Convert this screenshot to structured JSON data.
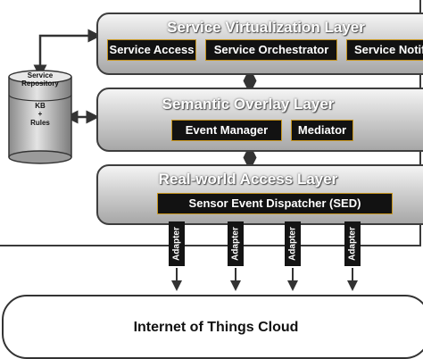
{
  "layers": {
    "service_virtualization": {
      "title": "Service Virtualization Layer",
      "components": [
        "Service Access",
        "Service Orchestrator",
        "Service Notif"
      ]
    },
    "semantic_overlay": {
      "title": "Semantic Overlay Layer",
      "components": [
        "Event Manager",
        "Mediator"
      ]
    },
    "real_world_access": {
      "title": "Real-world Access Layer",
      "components": [
        "Sensor Event Dispatcher (SED)"
      ]
    }
  },
  "repository": {
    "label_top": "Service Repository",
    "label_kb": "KB",
    "label_plus": "+",
    "label_rules": "Rules"
  },
  "adapters": [
    "Adapter",
    "Adapter",
    "Adapter",
    "Adapter"
  ],
  "cloud": {
    "label": "Internet of Things Cloud"
  },
  "colors": {
    "component_fill": "#121212",
    "component_border": "#c8961e",
    "layer_title": "#ffffff"
  }
}
